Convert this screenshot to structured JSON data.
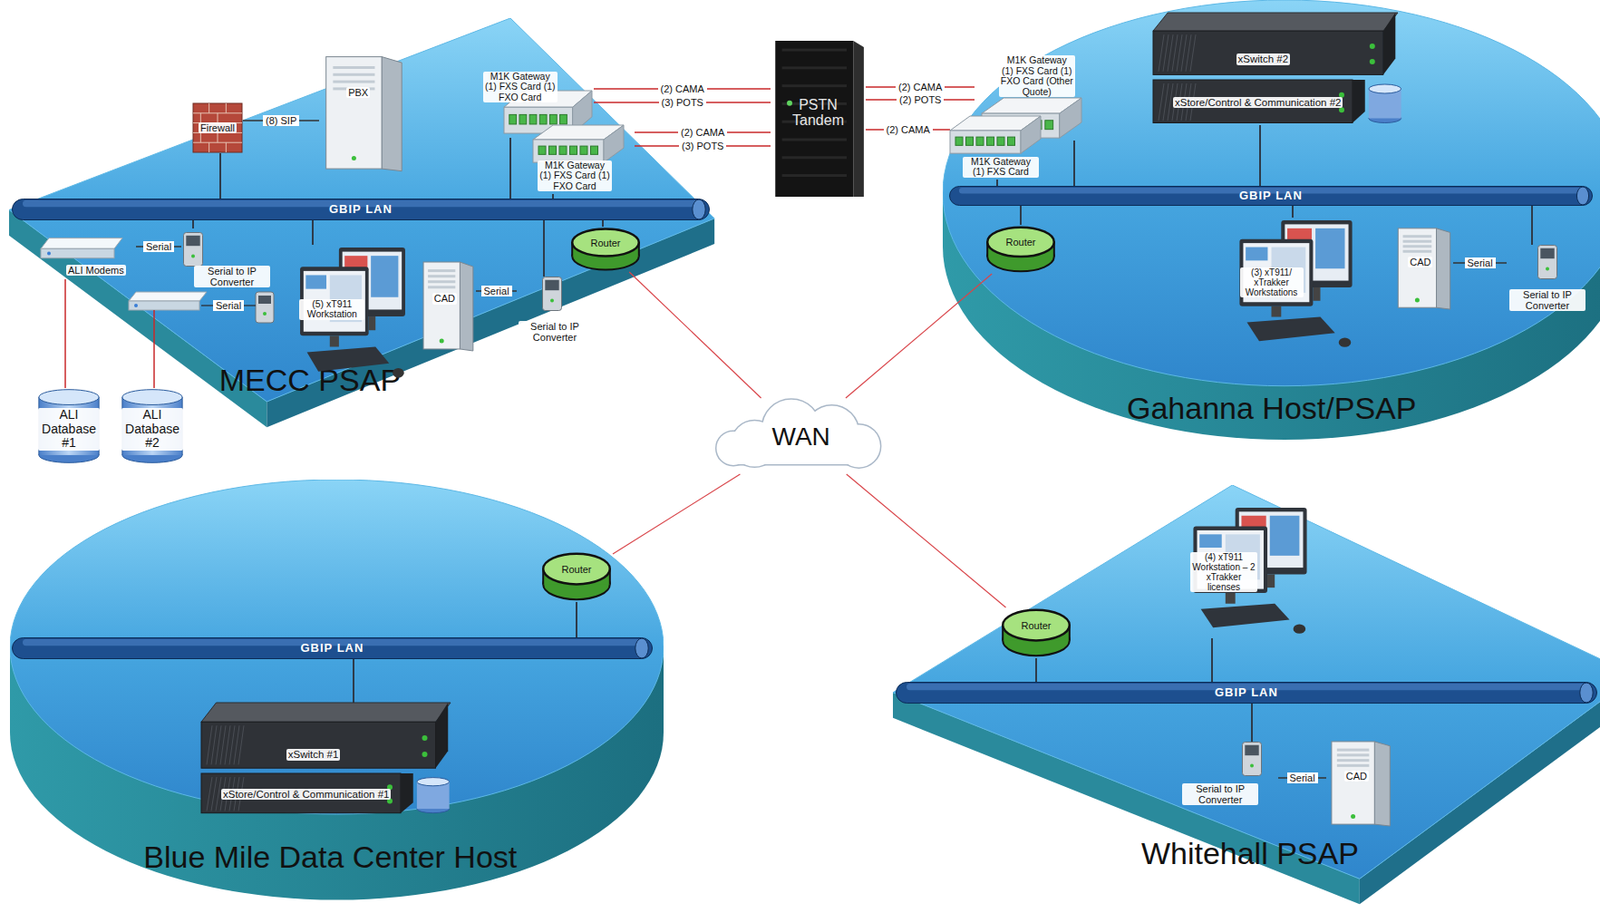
{
  "diagram": {
    "nodes": [
      {
        "text": [
          "MECC PSAP"
        ]
      },
      {
        "text": [
          "Firewall"
        ],
        "in": 0
      },
      {
        "text": [
          "PBX"
        ],
        "in": 0
      },
      {
        "text": [
          "M1K Gateway (1) FXS Card (1) FXO Card"
        ],
        "in": 0
      },
      {
        "text": [
          "M1K Gateway (1) FXS Card (1) FXO Card"
        ],
        "in": 0
      },
      {
        "text": [
          "GBIP LAN"
        ],
        "in": 0
      },
      {
        "text": [
          "ALI Modems"
        ],
        "in": 0
      },
      {
        "text": [
          "Serial to IP Converter"
        ],
        "in": 0
      },
      {
        "text": [
          "(5) xT911 Workstation"
        ],
        "in": 0
      },
      {
        "text": [
          "CAD"
        ],
        "in": 0
      },
      {
        "text": [
          "Serial to IP Converter"
        ],
        "in": 0
      },
      {
        "text": [
          "Router"
        ],
        "in": 0
      },
      {
        "text": [
          "ALI Database #1"
        ]
      },
      {
        "text": [
          "ALI Database #2"
        ]
      },
      {
        "text": [
          "PSTN Tandem"
        ]
      },
      {
        "text": [
          "Gahanna Host/PSAP"
        ]
      },
      {
        "text": [
          "xSwitch #2"
        ],
        "in": 15
      },
      {
        "text": [
          "xStore/Control & Communication #2"
        ],
        "in": 15
      },
      {
        "text": [
          "M1K Gateway (1) FXS Card (1) FXO Card (Other Quote)"
        ],
        "in": 15
      },
      {
        "text": [
          "M1K Gateway (1) FXS Card"
        ],
        "in": 15
      },
      {
        "text": [
          "GBIP LAN"
        ],
        "in": 15
      },
      {
        "text": [
          "Router"
        ],
        "in": 15
      },
      {
        "text": [
          "(3) xT911/ xTrakker Workstations"
        ],
        "in": 15
      },
      {
        "text": [
          "CAD"
        ],
        "in": 15
      },
      {
        "text": [
          "Serial to IP Converter"
        ],
        "in": 15
      },
      {
        "text": [
          "WAN"
        ]
      },
      {
        "text": [
          "Blue Mile Data Center Host"
        ]
      },
      {
        "text": [
          "Router"
        ],
        "in": 26
      },
      {
        "text": [
          "GBIP LAN"
        ],
        "in": 26
      },
      {
        "text": [
          "xSwitch #1"
        ],
        "in": 26
      },
      {
        "text": [
          "xStore/Control & Communication #1"
        ],
        "in": 26
      },
      {
        "text": [
          "Whitehall PSAP"
        ]
      },
      {
        "text": [
          "(4) xT911 Workstation – 2 xTrakker licenses"
        ],
        "in": 31
      },
      {
        "text": [
          "Router"
        ],
        "in": 31
      },
      {
        "text": [
          "GBIP LAN"
        ],
        "in": 31
      },
      {
        "text": [
          "Serial to IP Converter"
        ],
        "in": 31
      },
      {
        "text": [
          "CAD"
        ],
        "in": 31
      }
    ],
    "edges": [
      {
        "from": 1,
        "to": 2,
        "label": "(8) SIP",
        "arrow": "none"
      },
      {
        "from": 3,
        "to": 14,
        "label": "(2) CAMA",
        "arrow": "none"
      },
      {
        "from": 3,
        "to": 14,
        "label": "(3) POTS",
        "arrow": "none"
      },
      {
        "from": 4,
        "to": 14,
        "label": "(2) CAMA",
        "arrow": "none"
      },
      {
        "from": 4,
        "to": 14,
        "label": "(3) POTS",
        "arrow": "none"
      },
      {
        "from": 14,
        "to": 18,
        "label": "(2) CAMA",
        "arrow": "none"
      },
      {
        "from": 14,
        "to": 18,
        "label": "(2) POTS",
        "arrow": "none"
      },
      {
        "from": 14,
        "to": 19,
        "label": "(2) CAMA",
        "arrow": "none"
      },
      {
        "from": 1,
        "to": 5,
        "arrow": "none"
      },
      {
        "from": 3,
        "to": 5,
        "arrow": "none"
      },
      {
        "from": 4,
        "to": 5,
        "arrow": "none"
      },
      {
        "from": 6,
        "to": 7,
        "label": "Serial",
        "arrow": "none"
      },
      {
        "from": 6,
        "to": 12,
        "arrow": "none"
      },
      {
        "from": 7,
        "to": 5,
        "arrow": "none"
      },
      {
        "from": 8,
        "to": 5,
        "arrow": "none"
      },
      {
        "from": 9,
        "to": 10,
        "label": "Serial",
        "arrow": "none"
      },
      {
        "from": 10,
        "to": 5,
        "arrow": "none"
      },
      {
        "from": 11,
        "to": 5,
        "arrow": "none"
      },
      {
        "from": 11,
        "to": 25,
        "arrow": "none"
      },
      {
        "from": 17,
        "to": 20,
        "arrow": "none"
      },
      {
        "from": 18,
        "to": 20,
        "arrow": "none"
      },
      {
        "from": 19,
        "to": 20,
        "arrow": "none"
      },
      {
        "from": 21,
        "to": 20,
        "arrow": "none"
      },
      {
        "from": 21,
        "to": 25,
        "arrow": "none"
      },
      {
        "from": 22,
        "to": 20,
        "arrow": "none"
      },
      {
        "from": 23,
        "to": 24,
        "label": "Serial",
        "arrow": "none"
      },
      {
        "from": 24,
        "to": 20,
        "arrow": "none"
      },
      {
        "from": 27,
        "to": 28,
        "arrow": "none"
      },
      {
        "from": 27,
        "to": 25,
        "arrow": "none"
      },
      {
        "from": 29,
        "to": 28,
        "arrow": "none"
      },
      {
        "from": 32,
        "to": 34,
        "arrow": "none"
      },
      {
        "from": 33,
        "to": 34,
        "arrow": "none"
      },
      {
        "from": 33,
        "to": 25,
        "arrow": "none"
      },
      {
        "from": 35,
        "to": 34,
        "arrow": "none"
      },
      {
        "from": 35,
        "to": 36,
        "label": "Serial",
        "arrow": "none"
      }
    ],
    "labels": [
      "Serial"
    ]
  }
}
